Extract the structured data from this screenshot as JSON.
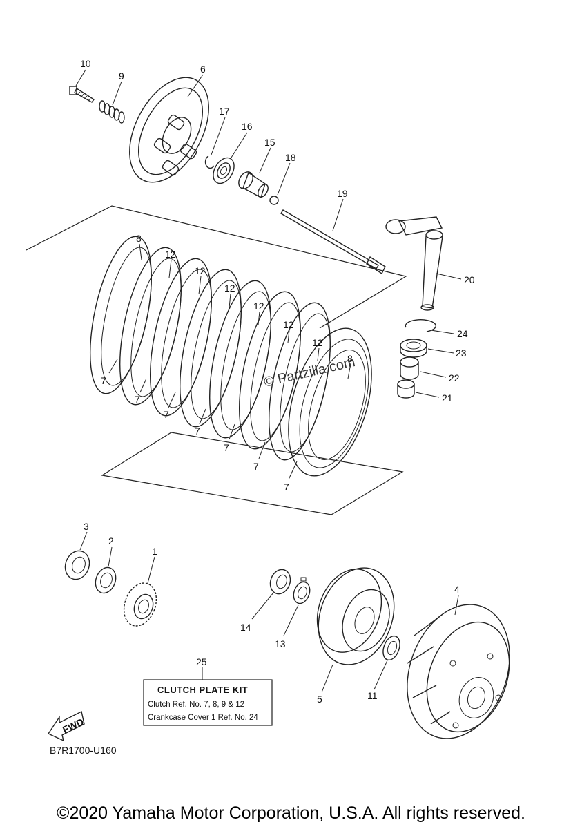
{
  "callouts": {
    "c1": "1",
    "c2": "2",
    "c3": "3",
    "c4": "4",
    "c5": "5",
    "c6": "6",
    "c7": "7",
    "c8": "8",
    "c9": "9",
    "c10": "10",
    "c11": "11",
    "c12": "12",
    "c13": "13",
    "c14": "14",
    "c15": "15",
    "c16": "16",
    "c17": "17",
    "c18": "18",
    "c19": "19",
    "c20": "20",
    "c21": "21",
    "c22": "22",
    "c23": "23",
    "c24": "24",
    "c25": "25"
  },
  "kit": {
    "title": "CLUTCH PLATE KIT",
    "line1": "Clutch  Ref. No.  7, 8, 9 & 12",
    "line2": "Crankcase Cover 1  Ref. No.  24"
  },
  "fwd_label": "FWD",
  "watermark": "© Partzilla.com",
  "diagram_code": "B7R1700-U160",
  "copyright": "©2020 Yamaha Motor Corporation, U.S.A. All rights reserved."
}
